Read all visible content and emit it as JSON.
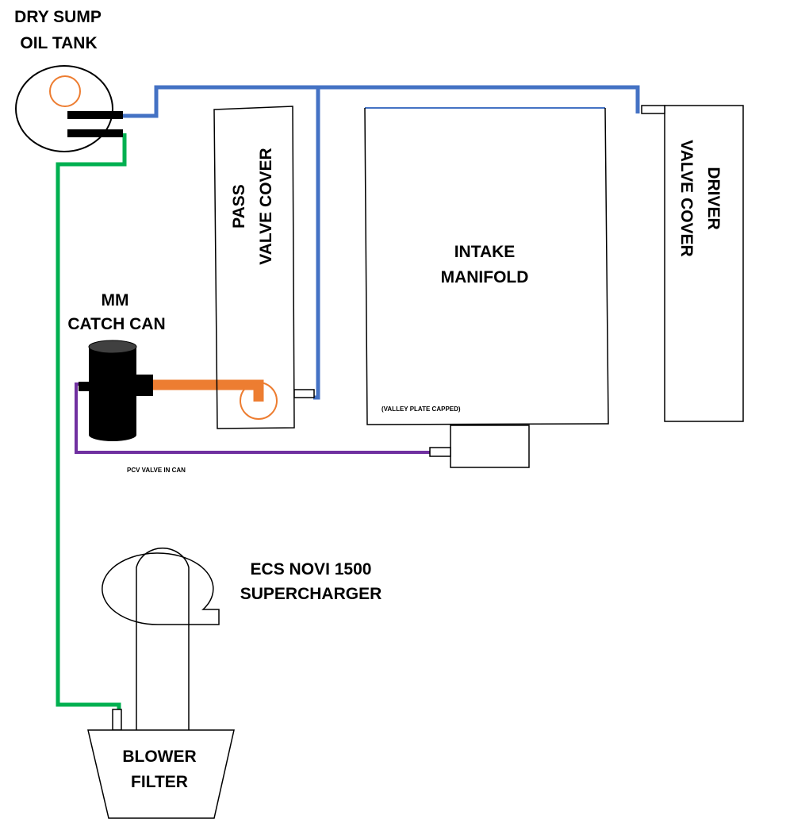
{
  "labels": {
    "tank_line1": "DRY SUMP",
    "tank_line2": "OIL TANK",
    "pass_line1": "PASS",
    "pass_line2": "VALVE COVER",
    "intake_line1": "INTAKE",
    "intake_line2": "MANIFOLD",
    "valley_note": "(VALLEY PLATE CAPPED)",
    "driver_line1": "DRIVER",
    "driver_line2": "VALVE COVER",
    "catch_line1": "MM",
    "catch_line2": "CATCH CAN",
    "pcv_note": "PCV VALVE IN CAN",
    "supercharger_line1": "ECS NOVI 1500",
    "supercharger_line2": "SUPERCHARGER",
    "filter_line1": "BLOWER",
    "filter_line2": "FILTER"
  },
  "colors": {
    "blue_line": "#4472C4",
    "green_line": "#00B050",
    "orange_line": "#ED7D31",
    "purple_line": "#7030A0",
    "outline": "#000000"
  }
}
